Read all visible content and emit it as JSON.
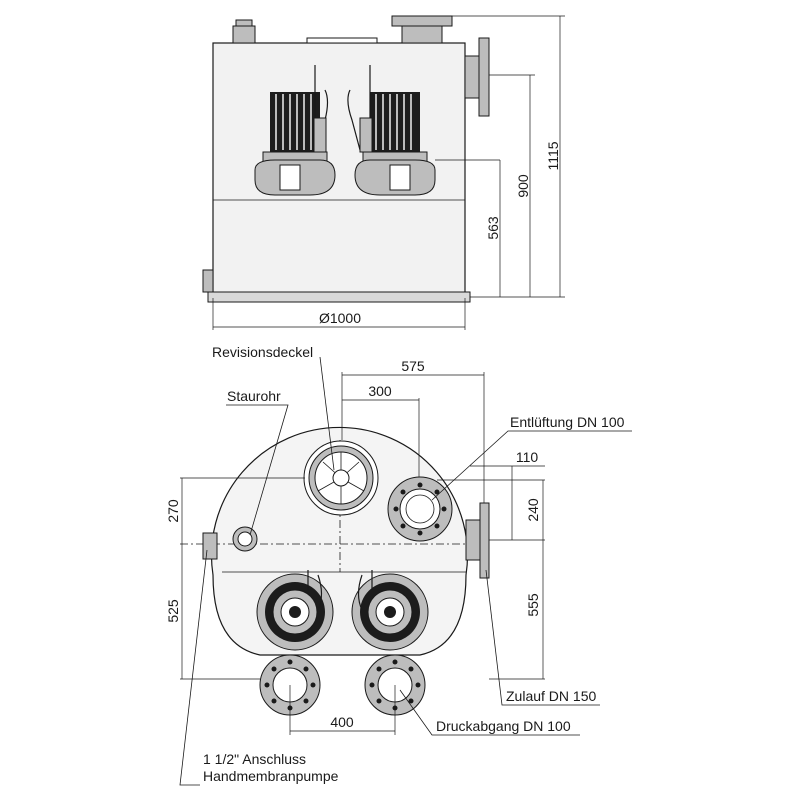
{
  "dimensions": {
    "side_height_total": "1115",
    "side_height_inlet": "900",
    "side_height_pressure": "563",
    "diameter": "Ø1000",
    "top_575": "575",
    "top_300": "300",
    "top_110": "110",
    "left_270": "270",
    "right_240": "240",
    "left_525": "525",
    "right_555": "555",
    "bottom_400": "400"
  },
  "labels": {
    "revisionsdeckel": "Revisionsdeckel",
    "staurohr": "Staurohr",
    "entlueftung": "Entlüftung DN 100",
    "zulauf": "Zulauf DN 150",
    "druckabgang": "Druckabgang DN 100",
    "anschluss_line1": "1 1/2\" Anschluss",
    "anschluss_line2": "Handmembranpumpe"
  }
}
